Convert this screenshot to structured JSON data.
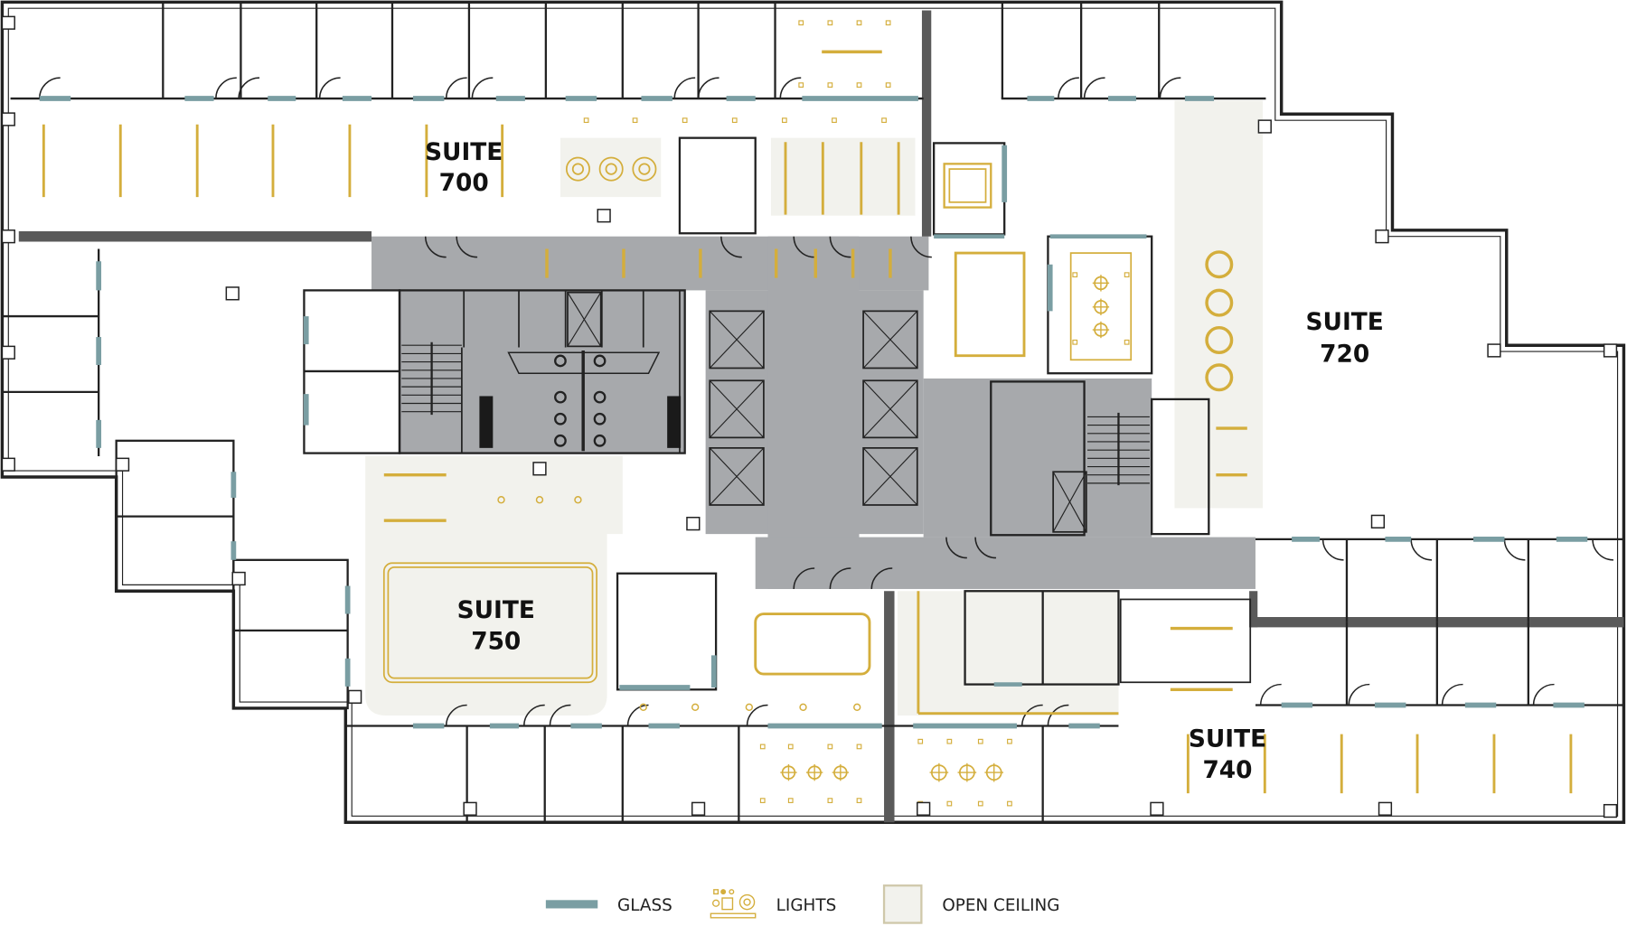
{
  "suites": [
    {
      "id": "700",
      "line1": "SUITE",
      "line2": "700"
    },
    {
      "id": "720",
      "line1": "SUITE",
      "line2": "720"
    },
    {
      "id": "740",
      "line1": "SUITE",
      "line2": "740"
    },
    {
      "id": "750",
      "line1": "SUITE",
      "line2": "750"
    }
  ],
  "legend": {
    "glass": "GLASS",
    "lights": "LIGHTS",
    "open_ceiling": "OPEN CEILING"
  },
  "colors": {
    "glass": "#7a9ea3",
    "lights": "#d4ae3c",
    "open_ceiling": "#f2f2ed",
    "open_ceiling_border": "#cfc8aa",
    "core": "#a7a9ac",
    "structural_wall": "#5a5a5a",
    "wall": "#222222"
  }
}
